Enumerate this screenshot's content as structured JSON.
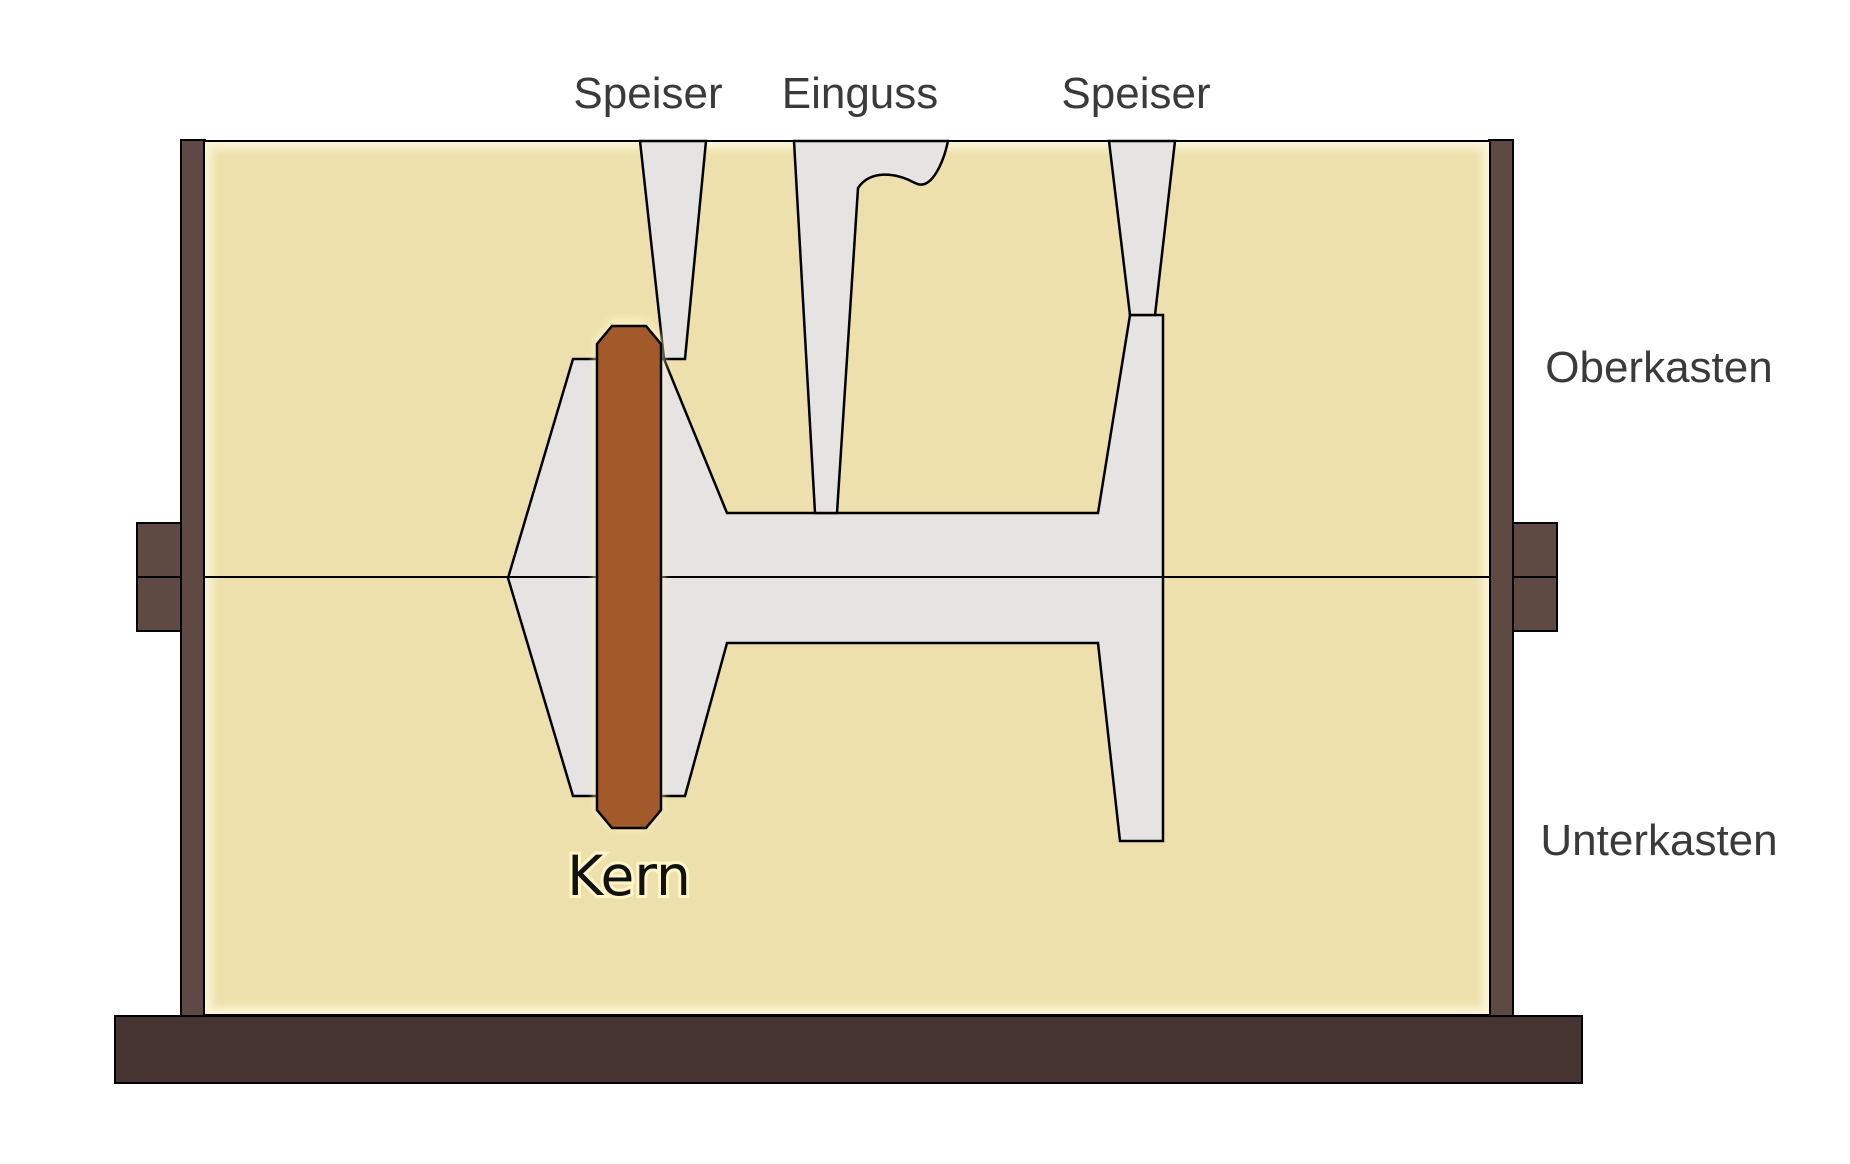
{
  "labels": {
    "speiser_left": "Speiser",
    "einguss": "Einguss",
    "speiser_right": "Speiser",
    "oberkasten": "Oberkasten",
    "unterkasten": "Unterkasten",
    "kern": "Kern"
  },
  "colors": {
    "sand": "#ede0ac",
    "sand_glow": "#fbf5d6",
    "flask": "#5e4a43",
    "base_plate": "#463433",
    "cavity": "#e6e3e3",
    "core": "#a35a2a",
    "outline": "#000000",
    "label_text": "#3a3a3a"
  }
}
